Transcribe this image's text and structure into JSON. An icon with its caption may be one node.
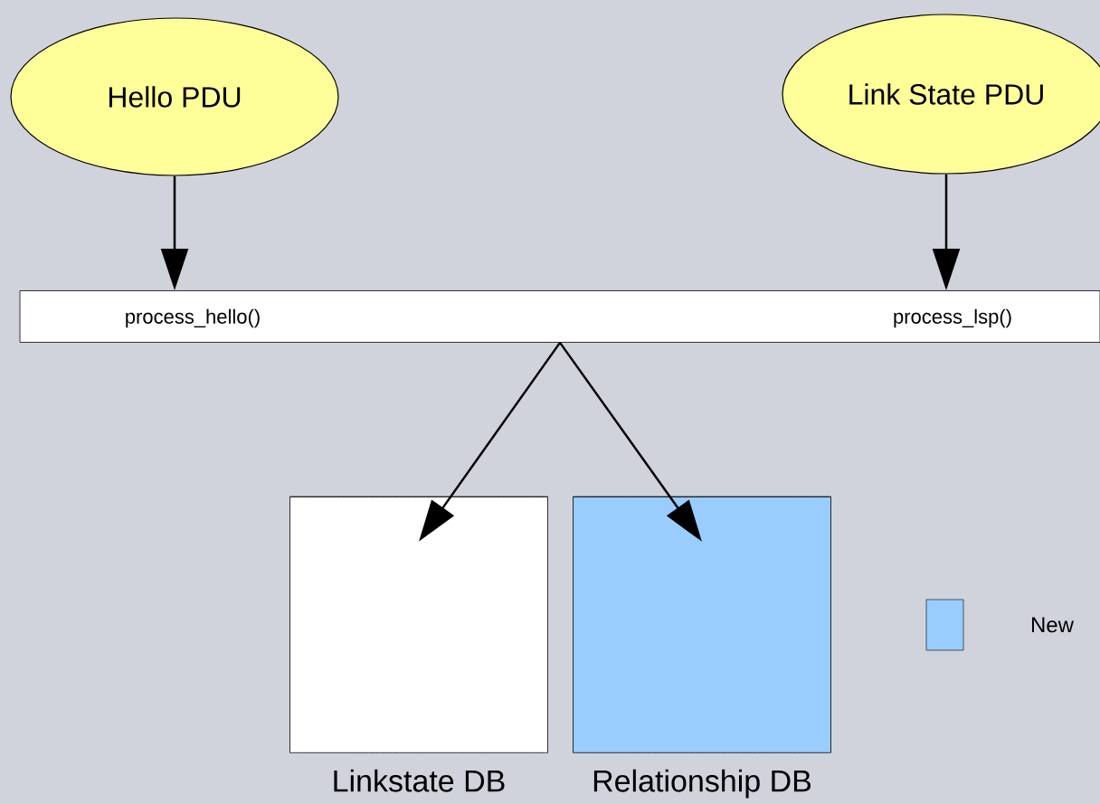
{
  "diagram": {
    "nodes": [
      {
        "text": [
          "Hello PDU"
        ]
      },
      {
        "text": [
          "Link State PDU"
        ]
      },
      {
        "text": [
          "process_hello()",
          "process_lsp()"
        ]
      },
      {
        "text": [],
        "shape": "cylinder",
        "beside": [
          "Linkstate DB"
        ]
      },
      {
        "text": [],
        "shape": "cylinder",
        "beside": [
          "Relationship DB"
        ]
      }
    ],
    "edges": [
      {
        "from": 0,
        "to": 2,
        "arrow": "to"
      },
      {
        "from": 1,
        "to": 2,
        "arrow": "to"
      },
      {
        "from": 2,
        "to": 3,
        "arrow": "to"
      },
      {
        "from": 2,
        "to": 4,
        "arrow": "to"
      }
    ],
    "legend": [
      {
        "text": "New",
        "color": "#99ccff"
      }
    ]
  }
}
